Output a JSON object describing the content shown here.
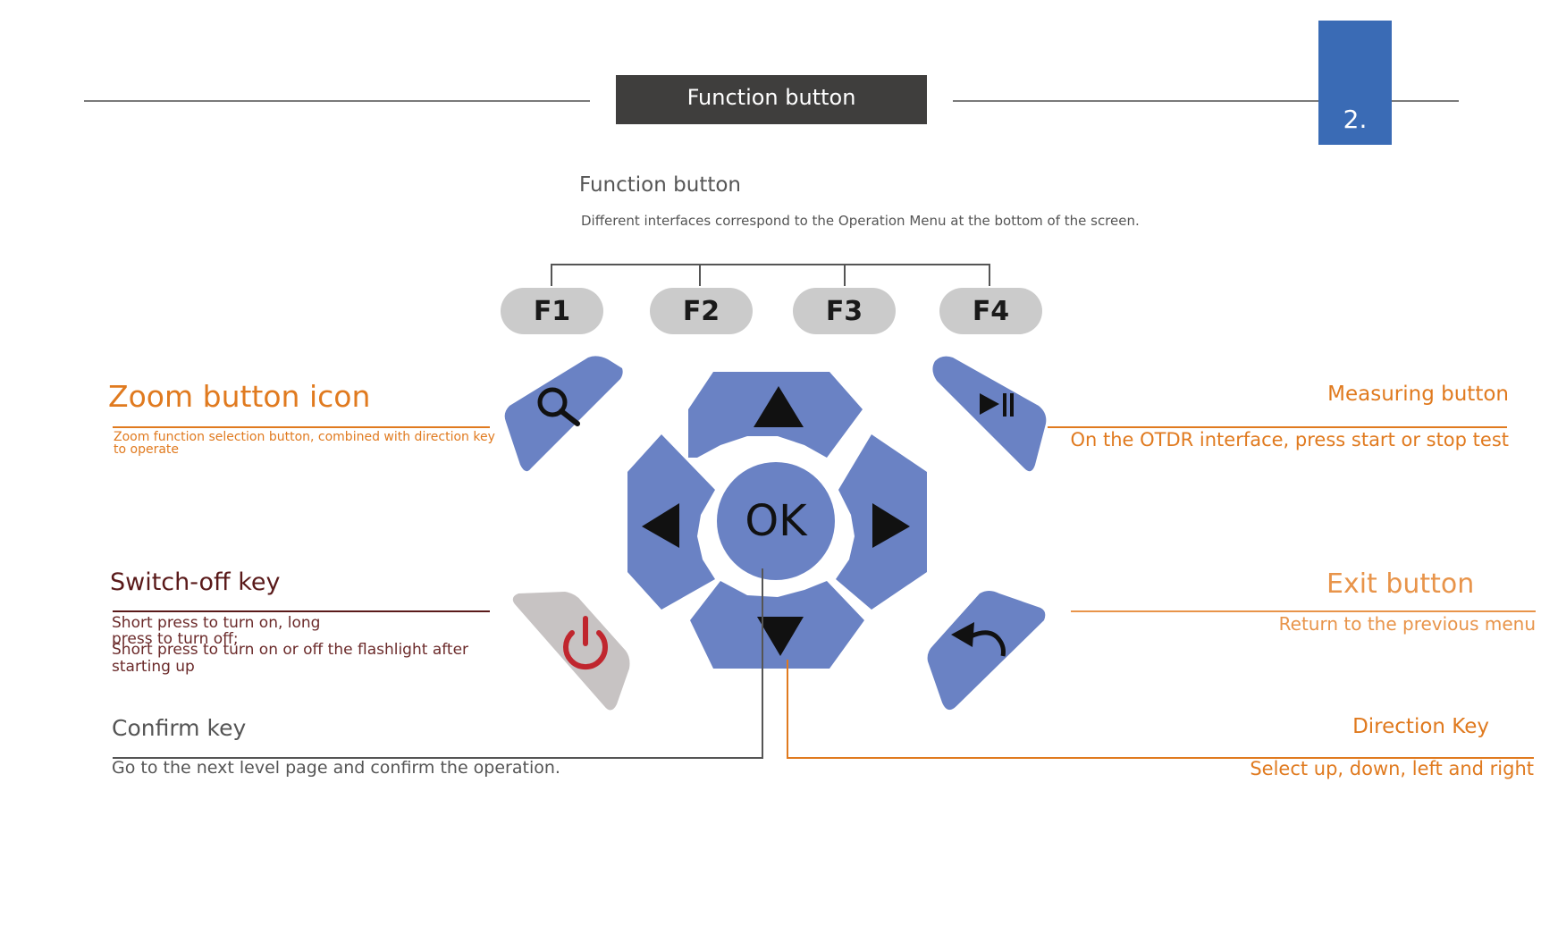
{
  "header": {
    "title": "Function button",
    "page_number": "2."
  },
  "function_section": {
    "title": "Function button",
    "description": "Different interfaces correspond to the Operation Menu at the bottom of the screen.",
    "keys": [
      "F1",
      "F2",
      "F3",
      "F4"
    ]
  },
  "keypad": {
    "ok_label": "OK"
  },
  "zoom": {
    "title": "Zoom button icon",
    "desc": "Zoom function selection button, combined with direction key to operate"
  },
  "switch_off": {
    "title": "Switch-off key",
    "desc_1": "Short press to turn on, long press to turn off;",
    "desc_2": "Short press to turn on or off the flashlight after starting up"
  },
  "confirm": {
    "title": "Confirm key",
    "desc": "Go to the next level page and confirm the operation."
  },
  "measuring": {
    "title": "Measuring button",
    "desc": "On the OTDR interface, press start or stop test"
  },
  "exit": {
    "title": "Exit button",
    "desc": "Return to the previous menu"
  },
  "direction": {
    "title": "Direction Key",
    "desc": "Select up, down, left and right"
  },
  "colors": {
    "orange": "#e07a1f",
    "light_orange": "#e8944a",
    "dark_red": "#5a1a1a",
    "gray_text": "#555555",
    "key_blue": "#6a82c4",
    "key_gray": "#c7c3c3",
    "power_red": "#c0262e",
    "header_dark": "#3f3e3d",
    "tab_blue": "#3a6bb5"
  }
}
